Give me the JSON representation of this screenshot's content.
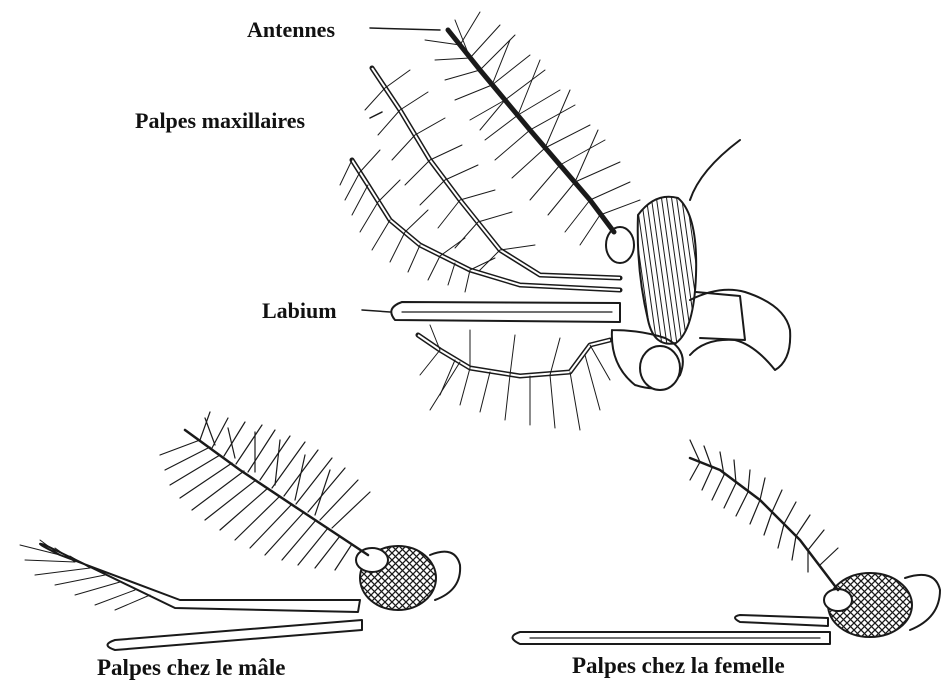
{
  "top_diagram": {
    "labels": {
      "antennae": "Antennes",
      "maxillary_palps": "Palpes maxillaires",
      "labium": "Labium"
    }
  },
  "bottom_left": {
    "caption": "Palpes chez le mâle"
  },
  "bottom_right": {
    "caption": "Palpes chez la femelle"
  },
  "colors": {
    "ink": "#1a1a1a",
    "background": "#ffffff"
  }
}
